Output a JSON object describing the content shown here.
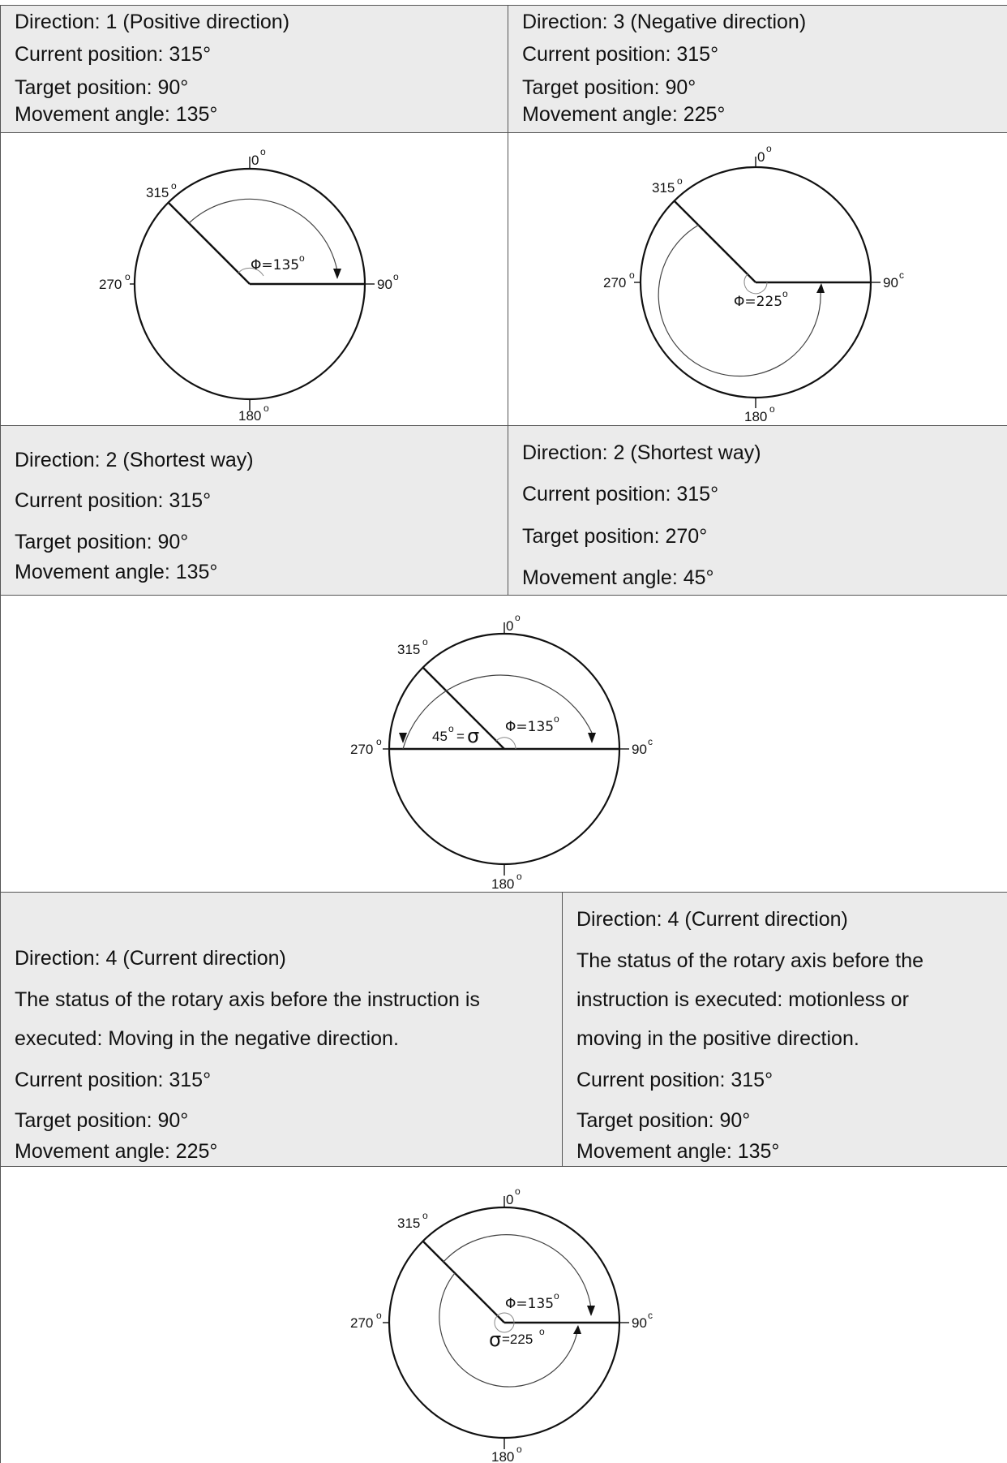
{
  "rows": {
    "r1_left": {
      "direction": "Direction: 1 (Positive direction)",
      "current": "Current position: 315°",
      "target": "Target position: 90°",
      "movement": "Movement angle: 135°"
    },
    "r1_right": {
      "direction": "Direction: 3 (Negative direction)",
      "current": "Current position: 315°",
      "target": "Target position: 90°",
      "movement": "Movement angle: 225°"
    },
    "r3_left": {
      "direction": "Direction: 2 (Shortest way)",
      "current": "Current position: 315°",
      "target": "Target position: 90°",
      "movement": "Movement angle: 135°"
    },
    "r3_right": {
      "direction": "Direction: 2 (Shortest way)",
      "current": "Current position: 315°",
      "target": "Target position: 270°",
      "movement": "Movement angle: 45°"
    },
    "r5_left": {
      "direction": "Direction: 4 (Current direction)",
      "status1": "The status of the rotary axis before the instruction is",
      "status2": "executed: Moving in the negative direction.",
      "current": "Current position: 315°",
      "target": "Target position: 90°",
      "movement": "Movement angle: 225°"
    },
    "r5_right": {
      "direction": "Direction: 4 (Current direction)",
      "status1": "The status of the rotary axis before the",
      "status2": "instruction is executed: motionless or",
      "status3": "moving in the positive direction.",
      "current": "Current position: 315°",
      "target": "Target position: 90°",
      "movement": "Movement angle: 135°"
    }
  },
  "diagrams": {
    "labels": {
      "deg0": "0",
      "deg90": "90",
      "deg180": "180",
      "deg270": "270",
      "deg315": "315",
      "ring": "o",
      "ring_c": "c"
    },
    "d1": {
      "phi": "Φ=135",
      "phi_deg": "o"
    },
    "d2": {
      "phi": "Φ=225",
      "phi_deg": "o"
    },
    "d3": {
      "phi": "Φ=135",
      "phi_deg": "o",
      "sigma_value": "45",
      "sigma_eq": "=",
      "sigma": "σ"
    },
    "d4": {
      "phi": "Φ=135",
      "phi_deg": "o",
      "sigma": "σ",
      "sigma_text": "=225"
    }
  }
}
